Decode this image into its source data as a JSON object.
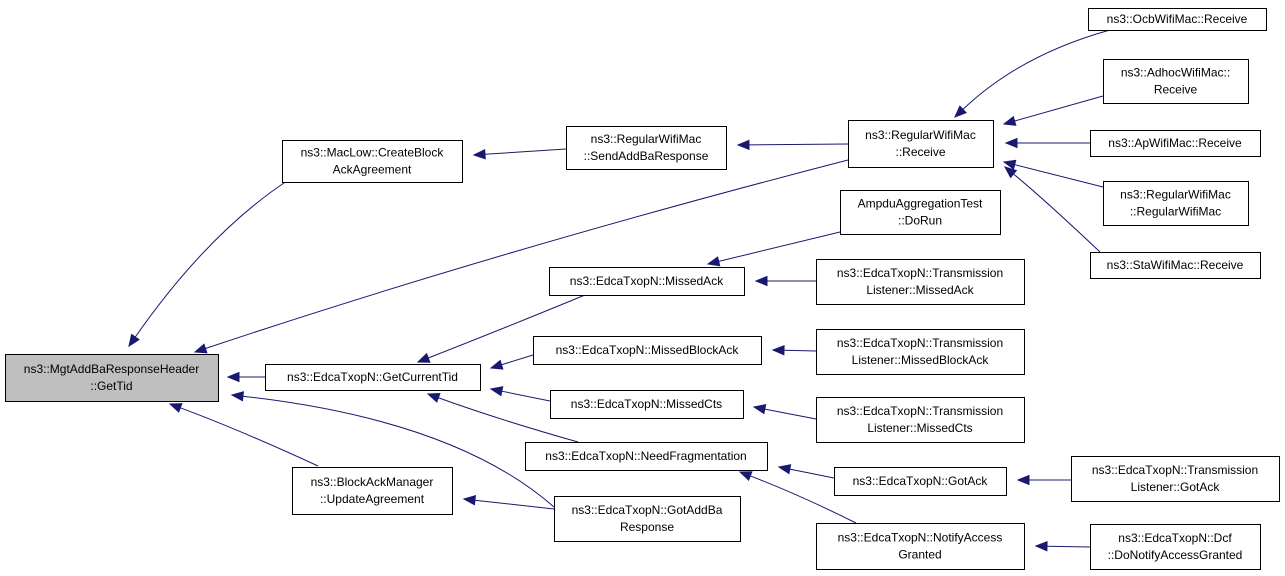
{
  "diagram": {
    "nodes": {
      "gettid": {
        "lines": [
          "ns3::MgtAddBaResponseHeader",
          "::GetTid"
        ],
        "focus": true
      },
      "createblock": {
        "lines": [
          "ns3::MacLow::CreateBlock",
          "AckAgreement"
        ]
      },
      "sendaddba": {
        "lines": [
          "ns3::RegularWifiMac",
          "::SendAddBaResponse"
        ]
      },
      "rwm_receive": {
        "lines": [
          "ns3::RegularWifiMac",
          "::Receive"
        ]
      },
      "ocb_receive": {
        "lines": [
          "ns3::OcbWifiMac::Receive"
        ]
      },
      "adhoc_receive": {
        "lines": [
          "ns3::AdhocWifiMac::",
          "Receive"
        ]
      },
      "ap_receive": {
        "lines": [
          "ns3::ApWifiMac::Receive"
        ]
      },
      "rwm_ctor": {
        "lines": [
          "ns3::RegularWifiMac",
          "::RegularWifiMac"
        ]
      },
      "sta_receive": {
        "lines": [
          "ns3::StaWifiMac::Receive"
        ]
      },
      "ampdu_dorun": {
        "lines": [
          "AmpduAggregationTest",
          "::DoRun"
        ]
      },
      "missedack": {
        "lines": [
          "ns3::EdcaTxopN::MissedAck"
        ]
      },
      "tl_missedack": {
        "lines": [
          "ns3::EdcaTxopN::Transmission",
          "Listener::MissedAck"
        ]
      },
      "getcurrenttid": {
        "lines": [
          "ns3::EdcaTxopN::GetCurrentTid"
        ]
      },
      "missedblockack": {
        "lines": [
          "ns3::EdcaTxopN::MissedBlockAck"
        ]
      },
      "tl_missedblockack": {
        "lines": [
          "ns3::EdcaTxopN::Transmission",
          "Listener::MissedBlockAck"
        ]
      },
      "missedcts": {
        "lines": [
          "ns3::EdcaTxopN::MissedCts"
        ]
      },
      "tl_missedcts": {
        "lines": [
          "ns3::EdcaTxopN::Transmission",
          "Listener::MissedCts"
        ]
      },
      "needfrag": {
        "lines": [
          "ns3::EdcaTxopN::NeedFragmentation"
        ]
      },
      "gotack": {
        "lines": [
          "ns3::EdcaTxopN::GotAck"
        ]
      },
      "tl_gotack": {
        "lines": [
          "ns3::EdcaTxopN::Transmission",
          "Listener::GotAck"
        ]
      },
      "bam_update": {
        "lines": [
          "ns3::BlockAckManager",
          "::UpdateAgreement"
        ]
      },
      "gotaddba": {
        "lines": [
          "ns3::EdcaTxopN::GotAddBa",
          "Response"
        ]
      },
      "notifyaccess": {
        "lines": [
          "ns3::EdcaTxopN::NotifyAccess",
          "Granted"
        ]
      },
      "dcf_notify": {
        "lines": [
          "ns3::EdcaTxopN::Dcf",
          "::DoNotifyAccessGranted"
        ]
      }
    },
    "edges": [
      [
        "gettid",
        "createblock"
      ],
      [
        "gettid",
        "rwm_receive"
      ],
      [
        "gettid",
        "getcurrenttid"
      ],
      [
        "gettid",
        "gotaddba"
      ],
      [
        "gettid",
        "bam_update"
      ],
      [
        "createblock",
        "sendaddba"
      ],
      [
        "sendaddba",
        "rwm_receive"
      ],
      [
        "rwm_receive",
        "ocb_receive"
      ],
      [
        "rwm_receive",
        "adhoc_receive"
      ],
      [
        "rwm_receive",
        "ap_receive"
      ],
      [
        "rwm_receive",
        "rwm_ctor"
      ],
      [
        "rwm_receive",
        "sta_receive"
      ],
      [
        "getcurrenttid",
        "missedack"
      ],
      [
        "getcurrenttid",
        "missedblockack"
      ],
      [
        "getcurrenttid",
        "missedcts"
      ],
      [
        "getcurrenttid",
        "needfrag"
      ],
      [
        "missedack",
        "ampdu_dorun"
      ],
      [
        "missedack",
        "tl_missedack"
      ],
      [
        "missedblockack",
        "tl_missedblockack"
      ],
      [
        "missedcts",
        "tl_missedcts"
      ],
      [
        "needfrag",
        "gotack"
      ],
      [
        "needfrag",
        "notifyaccess"
      ],
      [
        "gotack",
        "tl_gotack"
      ],
      [
        "notifyaccess",
        "dcf_notify"
      ],
      [
        "bam_update",
        "gotaddba"
      ]
    ],
    "colors": {
      "edge": "#191970",
      "node_border": "#000000",
      "focus_fill": "#bfbfbf",
      "node_fill": "#ffffff"
    }
  }
}
